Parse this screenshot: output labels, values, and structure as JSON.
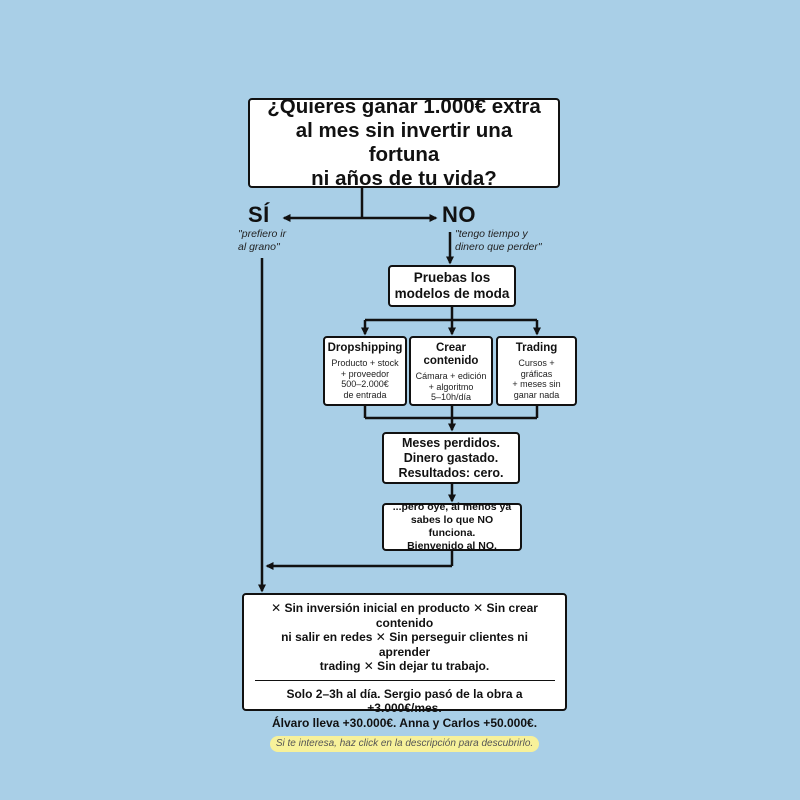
{
  "question": {
    "line1": "¿Quieres ganar 1.000€ extra",
    "line2": "al mes sin invertir una fortuna",
    "line3": "ni años de tu vida?"
  },
  "yes_branch": {
    "label": "SÍ",
    "quote_line1": "\"prefiero ir",
    "quote_line2": "al grano\""
  },
  "no_branch": {
    "label": "NO",
    "quote_line1": "\"tengo tiempo y",
    "quote_line2": "dinero que perder\""
  },
  "pruebas": {
    "line1": "Pruebas los",
    "line2": "modelos de moda"
  },
  "models": [
    {
      "title": "Dropshipping",
      "desc": [
        "Producto + stock",
        "+ proveedor",
        "500–2.000€",
        "de entrada"
      ]
    },
    {
      "title_line1": "Crear",
      "title_line2": "contenido",
      "desc": [
        "Cámara + edición",
        "+ algoritmo",
        "5–10h/día"
      ]
    },
    {
      "title": "Trading",
      "desc": [
        "Cursos +",
        "gráficas",
        "+ meses sin",
        "ganar nada"
      ]
    }
  ],
  "meses": {
    "line1": "Meses perdidos.",
    "line2": "Dinero gastado.",
    "line3": "Resultados: cero."
  },
  "pero": {
    "line1": "...pero oye, al menos ya",
    "line2": "sabes lo que NO funciona.",
    "line3": "Bienvenido al NO."
  },
  "final": {
    "benefits_line1": "✕ Sin inversión inicial en producto ✕ Sin crear contenido",
    "benefits_line2": "ni salir en redes ✕ Sin perseguir clientes ni aprender",
    "benefits_line3": "trading ✕ Sin dejar tu trabajo.",
    "results_line1": "Solo 2–3h al día. Sergio pasó de la obra a +3.000€/mes.",
    "results_line2": "Álvaro lleva +30.000€. Anna y Carlos +50.000€.",
    "cta": "Si te interesa, haz click en la descripción para descubrirlo."
  },
  "colors": {
    "background": "#a9cfe7",
    "box_border": "#111111",
    "highlight": "#f7f19a"
  }
}
